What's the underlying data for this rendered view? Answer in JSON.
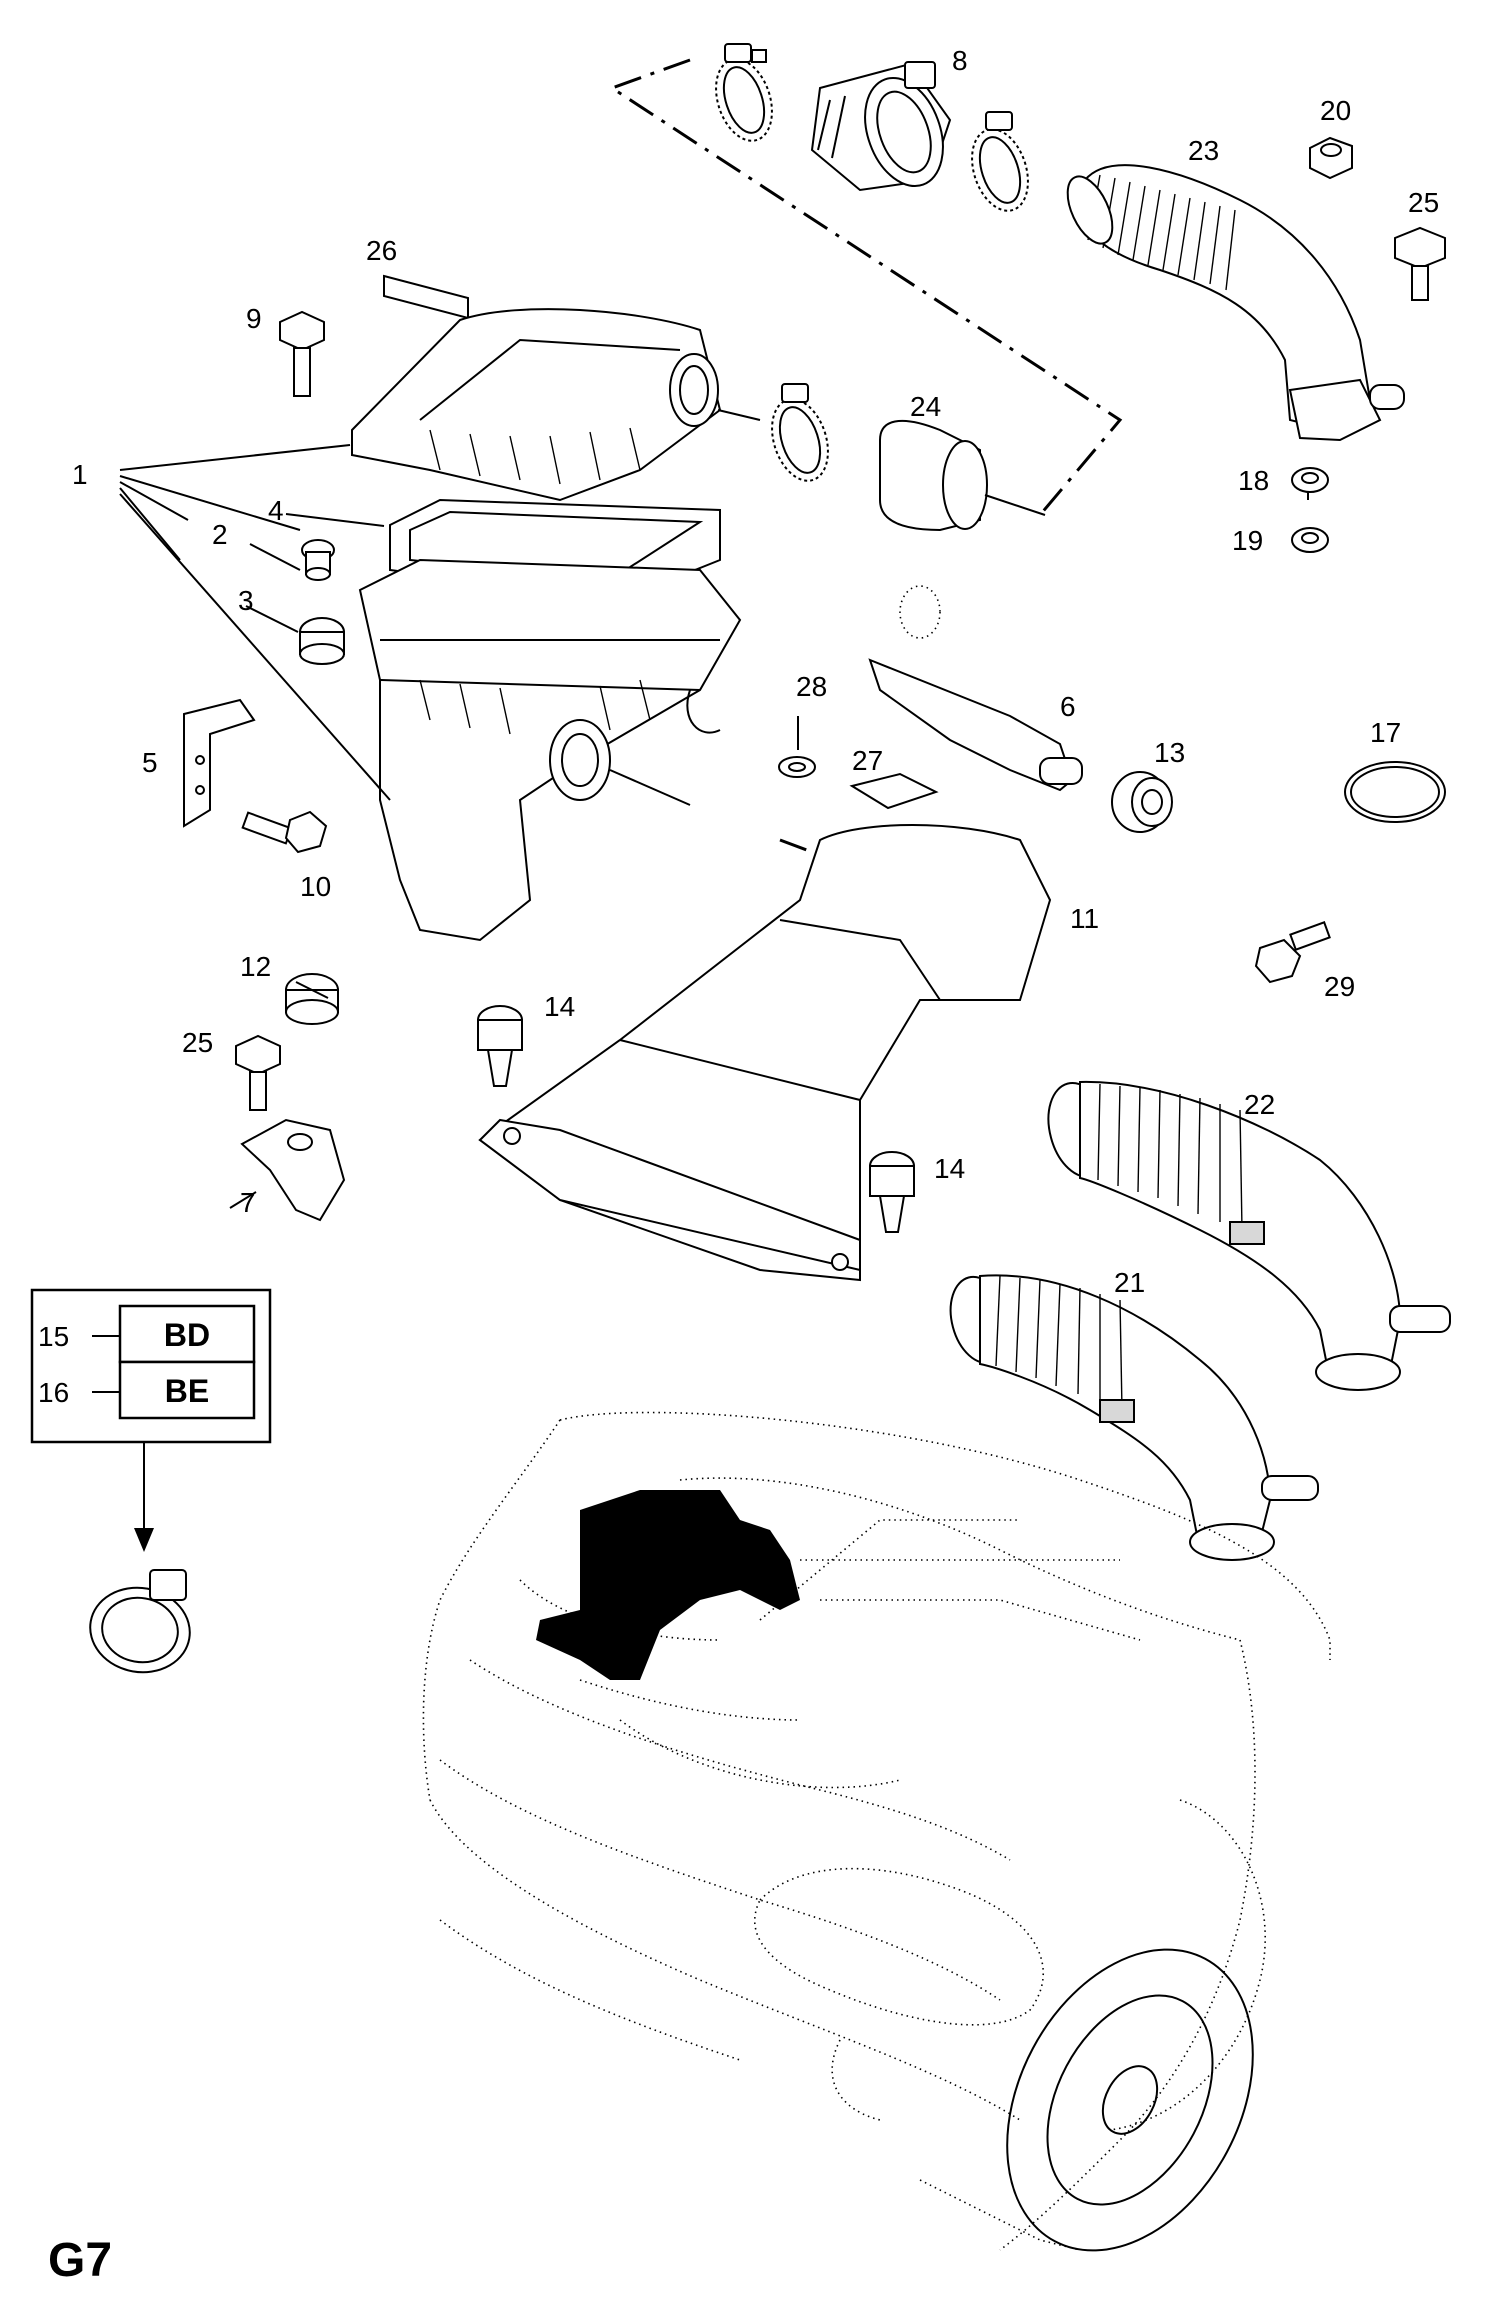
{
  "page_code": "G7",
  "callouts": [
    {
      "id": "c1",
      "text": "1"
    },
    {
      "id": "c2",
      "text": "2"
    },
    {
      "id": "c3",
      "text": "3"
    },
    {
      "id": "c4",
      "text": "4"
    },
    {
      "id": "c5",
      "text": "5"
    },
    {
      "id": "c6",
      "text": "6"
    },
    {
      "id": "c7",
      "text": "7"
    },
    {
      "id": "c8",
      "text": "8"
    },
    {
      "id": "c9",
      "text": "9"
    },
    {
      "id": "c10",
      "text": "10"
    },
    {
      "id": "c11",
      "text": "11"
    },
    {
      "id": "c12",
      "text": "12"
    },
    {
      "id": "c13",
      "text": "13"
    },
    {
      "id": "c14a",
      "text": "14"
    },
    {
      "id": "c14b",
      "text": "14"
    },
    {
      "id": "c17",
      "text": "17"
    },
    {
      "id": "c18",
      "text": "18"
    },
    {
      "id": "c19",
      "text": "19"
    },
    {
      "id": "c20",
      "text": "20"
    },
    {
      "id": "c21",
      "text": "21"
    },
    {
      "id": "c22",
      "text": "22"
    },
    {
      "id": "c23",
      "text": "23"
    },
    {
      "id": "c24",
      "text": "24"
    },
    {
      "id": "c25a",
      "text": "25"
    },
    {
      "id": "c25b",
      "text": "25"
    },
    {
      "id": "c26",
      "text": "26"
    },
    {
      "id": "c27",
      "text": "27"
    },
    {
      "id": "c28",
      "text": "28"
    },
    {
      "id": "c29",
      "text": "29"
    }
  ],
  "legend_box": {
    "rows": [
      {
        "ref": "15",
        "code": "BD"
      },
      {
        "ref": "16",
        "code": "BE"
      }
    ]
  }
}
